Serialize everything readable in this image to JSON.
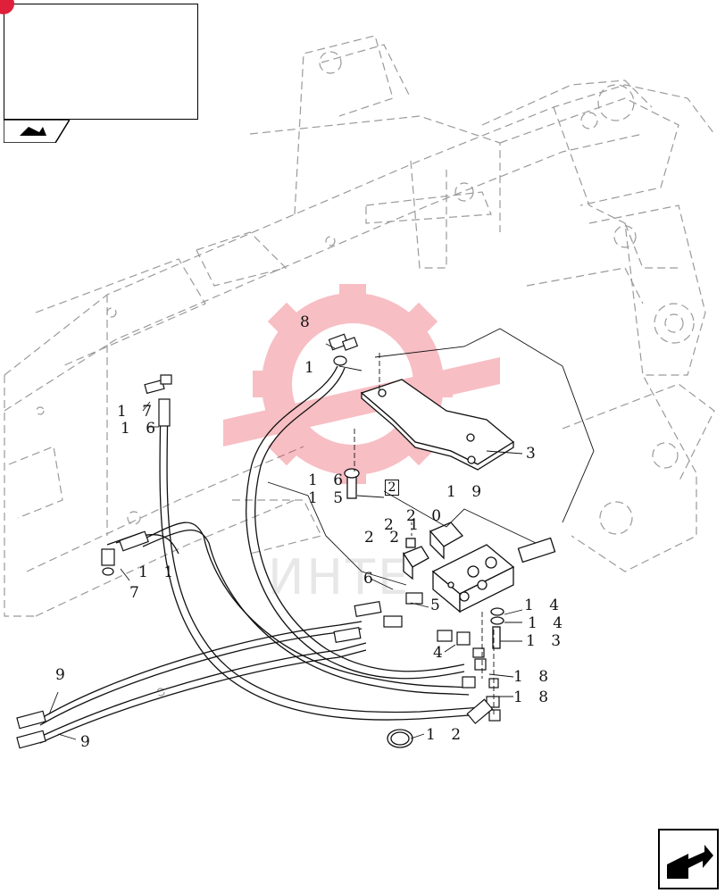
{
  "diagram": {
    "labels": {
      "l1": "1",
      "l2": "2",
      "l3": "3",
      "l4": "4",
      "l5": "5",
      "l6": "6",
      "l7": "7",
      "l8": "8",
      "l9a": "9",
      "l9b": "9",
      "l11": "1 1",
      "l12": "1 2",
      "l13": "1 3",
      "l14a": "1 4",
      "l14b": "1 4",
      "l15": "1 5",
      "l16": "1 6",
      "l16b": "1 6",
      "l17": "1 7",
      "l18a": "1 8",
      "l18b": "1 8",
      "l19": "1 9",
      "l20": "2 0",
      "l21": "2 1",
      "l22": "2 2"
    },
    "watermark_text": "ИНТЕ",
    "colors": {
      "line": "#111111",
      "phantom": "#9a9a9a",
      "watermark": "#e8394a",
      "accent": "#e0203a"
    },
    "icons": [
      "machine-thumbnail-icon",
      "page-turn-icon",
      "next-page-icon"
    ]
  }
}
